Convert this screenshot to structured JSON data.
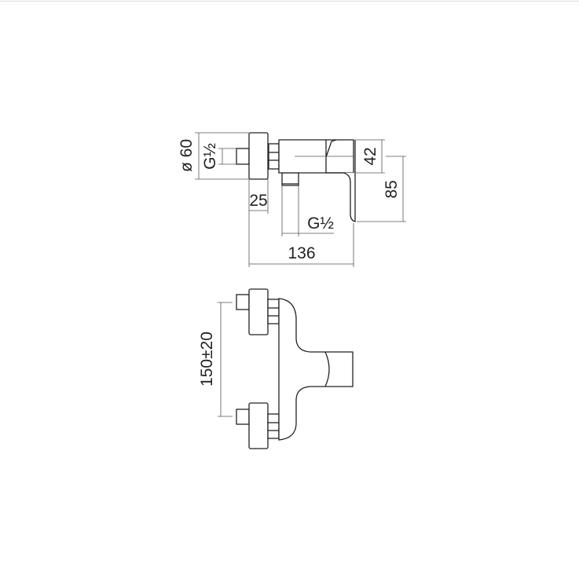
{
  "top_view": {
    "dim_diameter": "ø 60",
    "dim_inlet_thread": "G½",
    "dim_flange": "25",
    "dim_outlet_thread": "G½",
    "dim_length": "136",
    "dim_body_height": "42",
    "dim_handle_height": "85"
  },
  "front_view": {
    "dim_centers": "150±20"
  }
}
